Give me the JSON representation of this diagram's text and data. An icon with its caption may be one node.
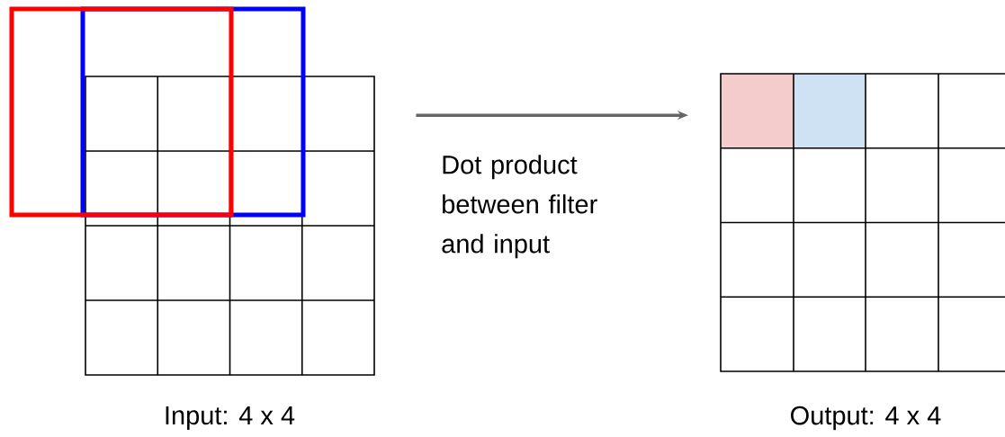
{
  "diagram": {
    "nodes": [
      {
        "text": [],
        "shape": "grid",
        "beside": [
          "Input: 4 x 4"
        ]
      },
      {
        "text": [],
        "shape": "box"
      },
      {
        "text": [],
        "shape": "box"
      },
      {
        "text": [],
        "shape": "grid",
        "beside": [
          "Output: 4 x 4"
        ]
      }
    ],
    "edges": [
      {
        "from": 0,
        "to": 3,
        "arrow": "to",
        "color": "#666666",
        "label": "Dot product between filter and input"
      }
    ]
  }
}
